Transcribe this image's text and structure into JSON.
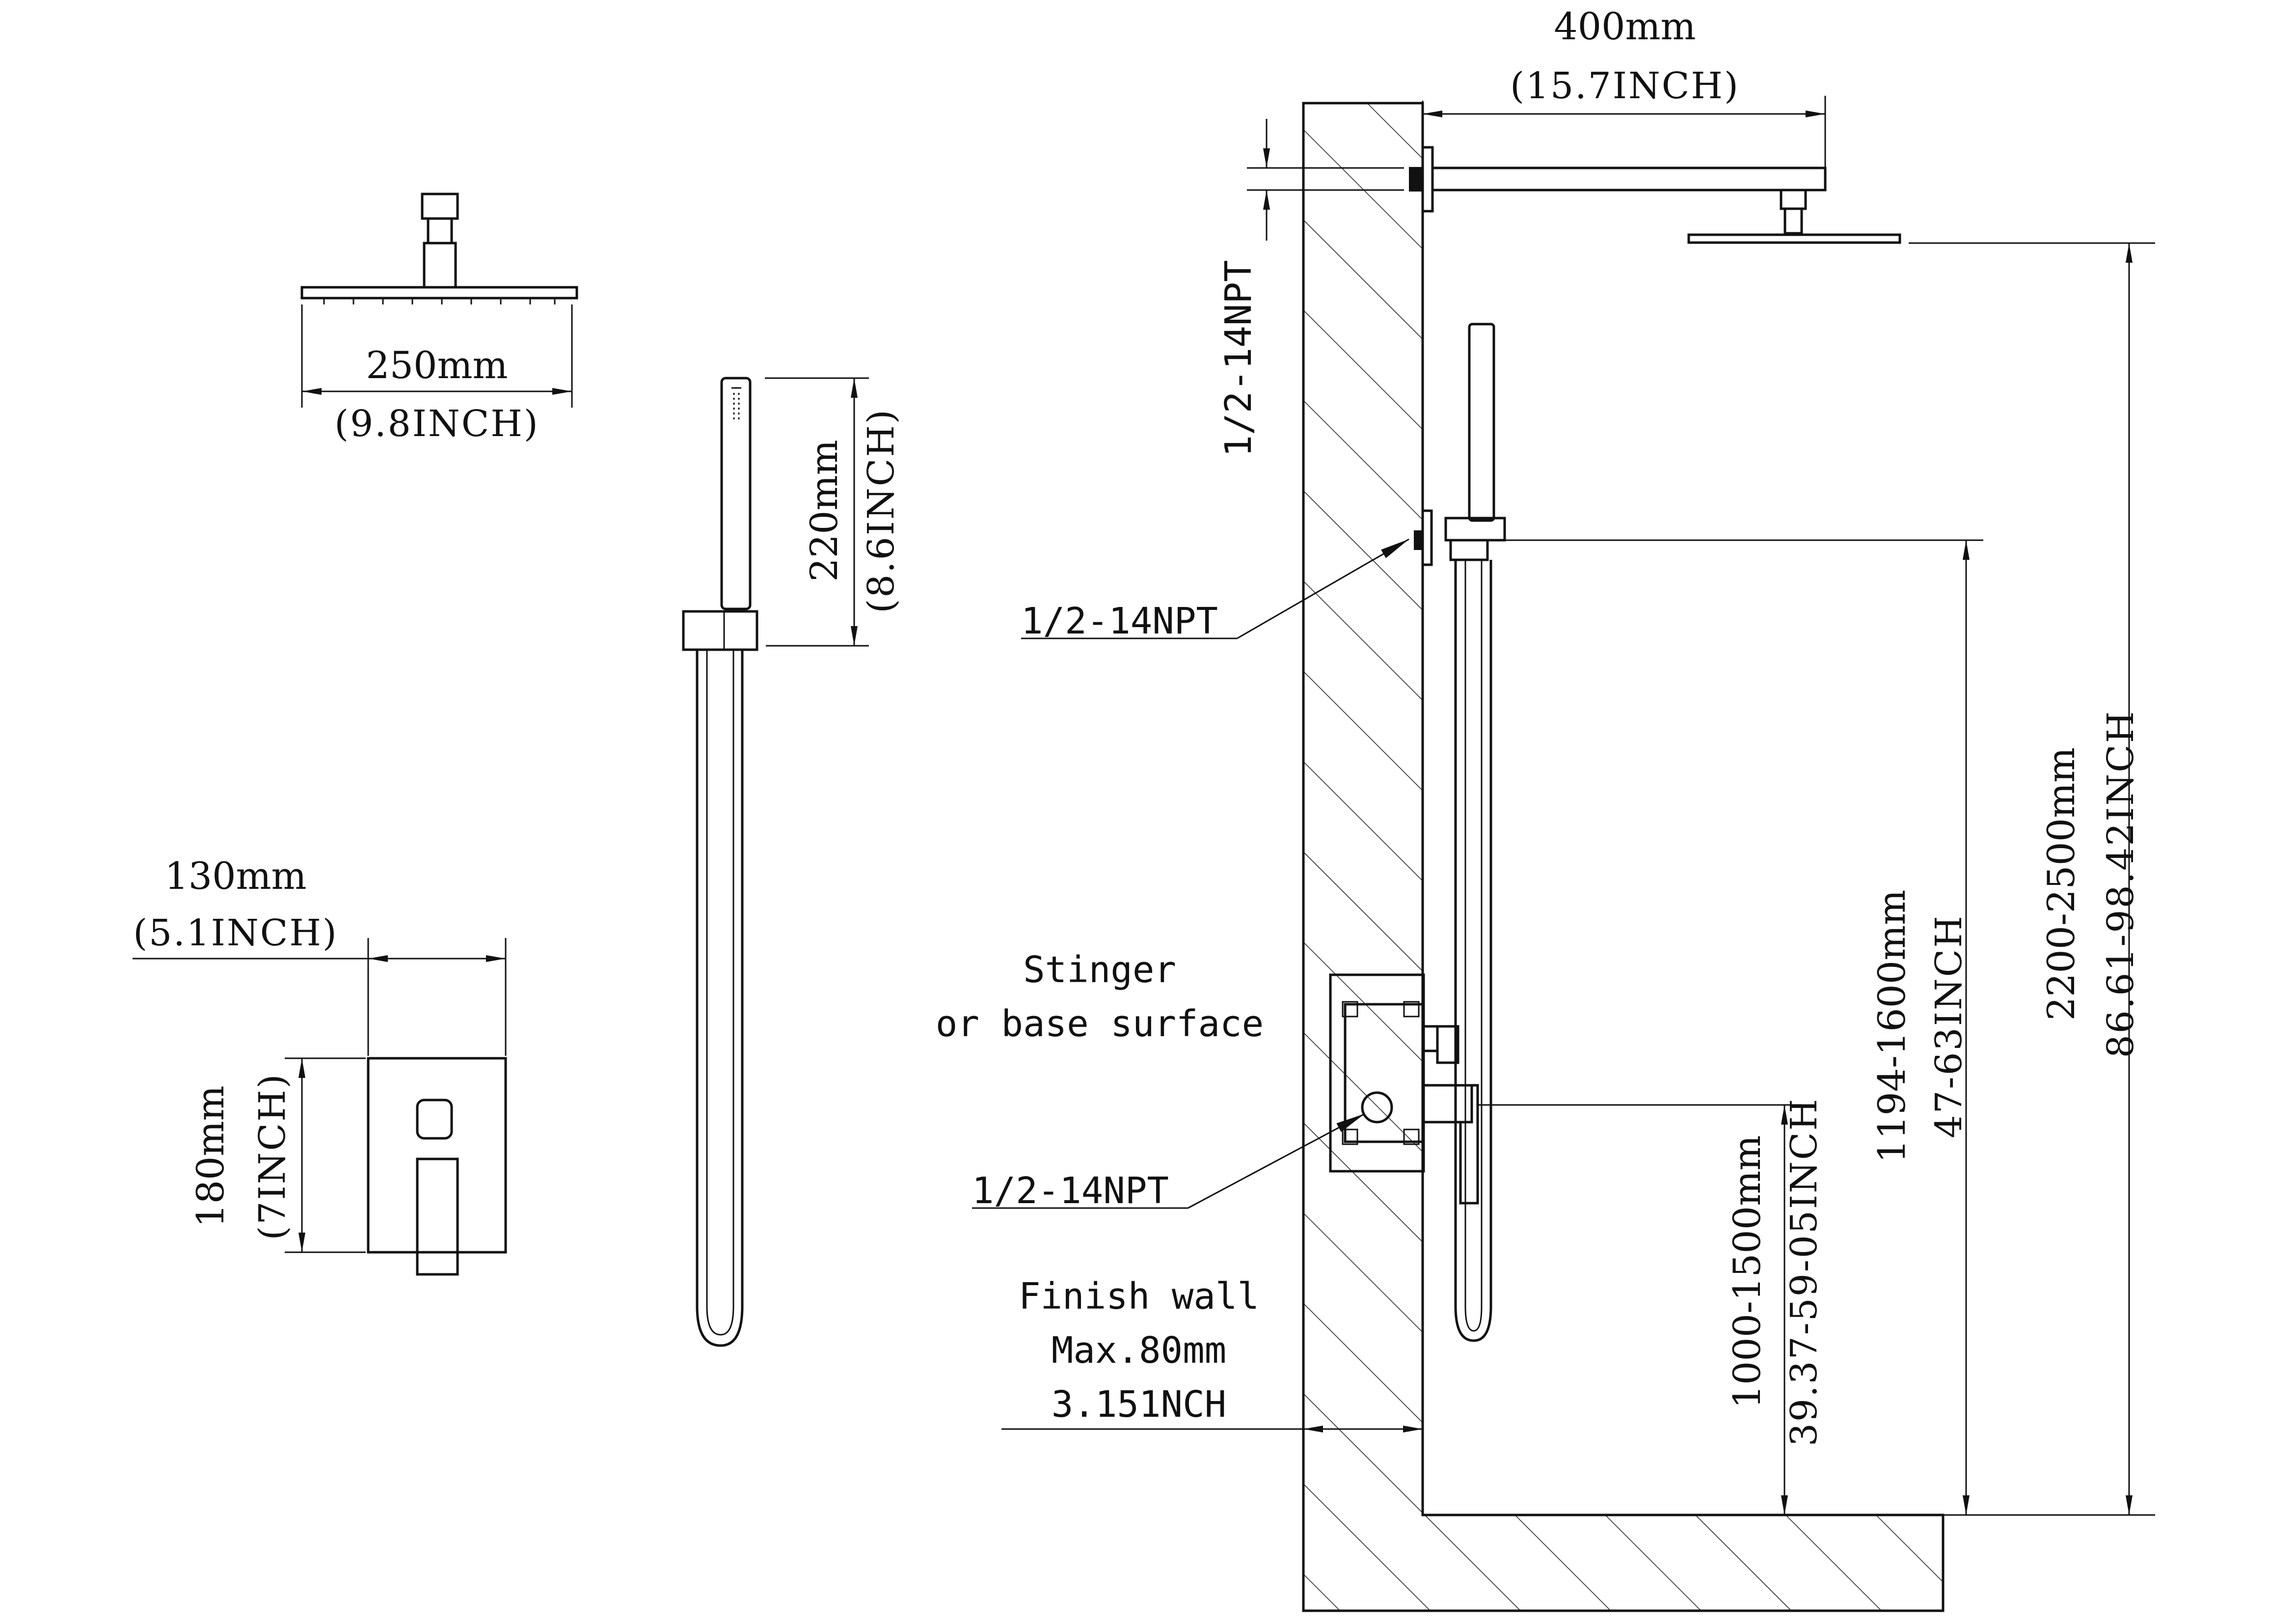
{
  "shower_head": {
    "width_mm": "250mm",
    "width_in": "(9.8INCH)"
  },
  "hand_shower": {
    "length_mm": "220mm",
    "length_in": "(8.6INCH)"
  },
  "valve_plate": {
    "width_mm": "130mm",
    "width_in": "(5.1INCH)",
    "height_mm": "180mm",
    "height_in": "(7INCH)"
  },
  "side_view": {
    "arm_length_mm": "400mm",
    "arm_length_in": "(15.7INCH)",
    "arm_thread": "1/2-14NPT",
    "outlet_thread": "1/2-14NPT",
    "valve_thread": "1/2-14NPT",
    "stinger_line1": "Stinger",
    "stinger_line2": "or base surface",
    "finish_line1": "Finish wall",
    "finish_line2": "Max.80mm",
    "finish_line3": "3.151NCH",
    "valve_height_mm": "1000-1500mm",
    "valve_height_in": "39.37-59-05INCH",
    "outlet_height_mm": "1194-1600mm",
    "outlet_height_in": "47-63INCH",
    "head_height_mm": "2200-2500mm",
    "head_height_in": "86.61-98.42INCH"
  }
}
